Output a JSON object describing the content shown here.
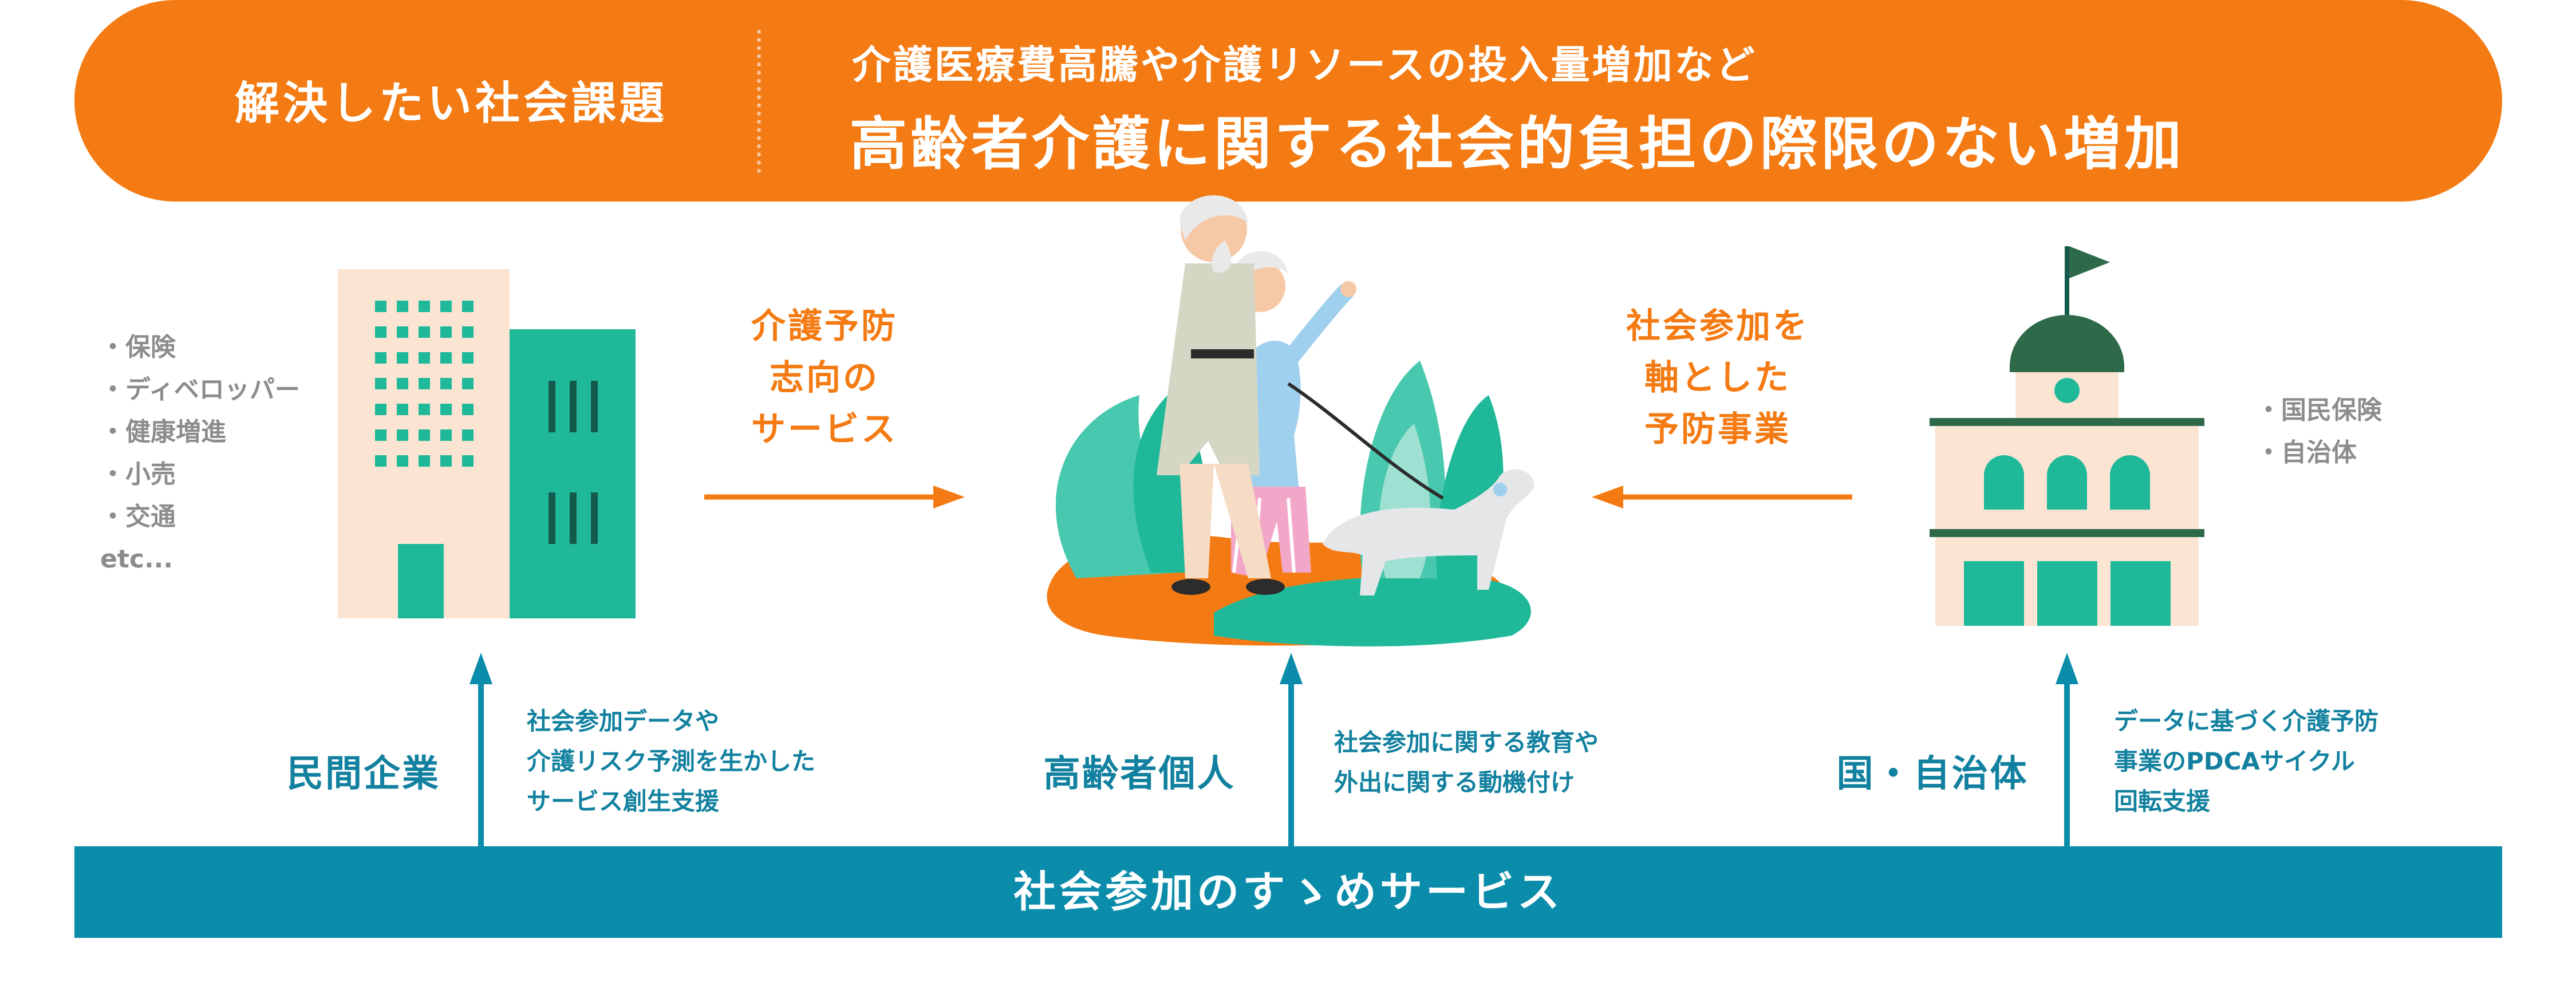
{
  "banner": {
    "label": "解決したい社会課題",
    "subtitle": "介護医療費高騰や介護リソースの投入量増加など",
    "main": "高齢者介護に関する社会的負担の際限のない増加",
    "color": "#f47b13"
  },
  "private_sector": {
    "list": [
      "・保険",
      "・ディベロッパー",
      "・健康増進",
      "・小売",
      "・交通",
      "etc..."
    ],
    "label": "民間企業",
    "desc": [
      "社会参加データや",
      "介護リスク予測を生かした",
      "サービス創生支援"
    ]
  },
  "service_arrow": {
    "lines": [
      "介護予防",
      "志向の",
      "サービス"
    ]
  },
  "elderly": {
    "label": "高齢者個人",
    "desc": [
      "社会参加に関する教育や",
      "外出に関する動機付け"
    ]
  },
  "participation_arrow": {
    "lines": [
      "社会参加を",
      "軸とした",
      "予防事業"
    ]
  },
  "government": {
    "list": [
      "・国民保険",
      "・自治体"
    ],
    "label": "国・自治体",
    "desc": [
      "データに基づく介護予防",
      "事業のPDCAサイクル",
      "回転支援"
    ]
  },
  "bottom_bar": {
    "label": "社会参加のすゝめサービス",
    "color": "#0b8caa"
  },
  "icons": [
    "office-building-icon",
    "elderly-couple-walking-dog-illustration",
    "government-building-icon"
  ],
  "colors": {
    "accent_orange": "#f47b13",
    "teal": "#1fb99a",
    "blue": "#12819f"
  }
}
